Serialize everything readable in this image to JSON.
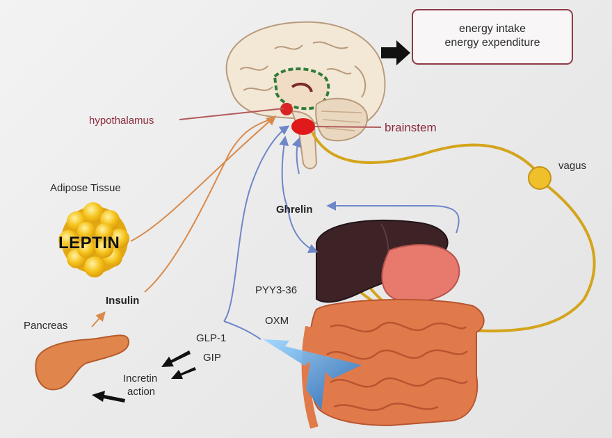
{
  "output_box": {
    "line1": "energy intake",
    "line2": "energy expenditure"
  },
  "labels": {
    "hypothalamus": "hypothalamus",
    "brainstem": "brainstem",
    "vagus": "vagus",
    "adipose_tissue": "Adipose Tissue",
    "leptin": "LEPTIN",
    "ghrelin": "Ghrelin",
    "insulin": "Insulin",
    "pancreas": "Pancreas",
    "pyy": "PYY3-36",
    "oxm": "OXM",
    "glp1": "GLP-1",
    "gip": "GIP",
    "incretin_line1": "Incretin",
    "incretin_line2": "action"
  },
  "colors": {
    "background": "#ececec",
    "box_border": "#8d3a45",
    "label_red": "#8b2a3a",
    "hypothalamus_pointer": "#b05a5a",
    "vagus_nerve": "#d4a41c",
    "blue_pathway": "#6f86c8",
    "orange_pathway": "#d98a4a",
    "leptin_fat": "#f5c21b",
    "liver": "#3d2326",
    "intestine": "#e07a4a",
    "pancreas": "#e0864c",
    "incoming_arrow": "#2f8fd8"
  }
}
